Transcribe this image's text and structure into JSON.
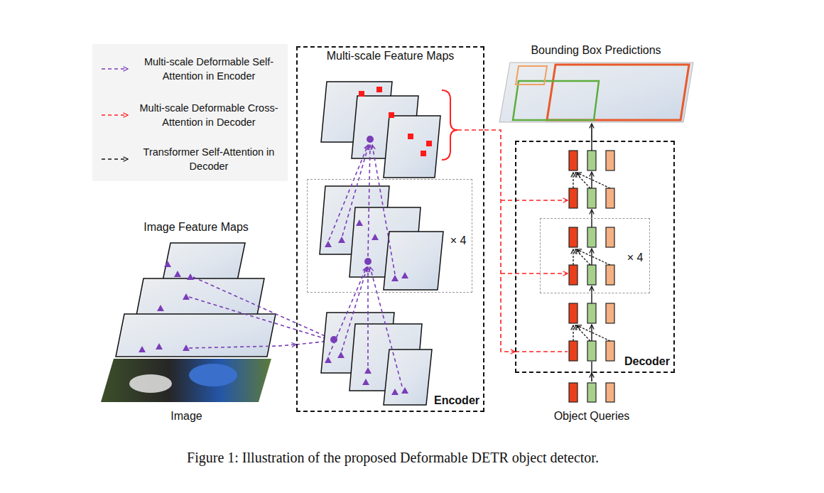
{
  "diagram": {
    "caption": "Figure 1: Illustration of the proposed Deformable DETR object detector.",
    "nodes": [
      {
        "text": [
          "Image Feature Maps"
        ]
      },
      {
        "text": [
          "Image"
        ]
      },
      {
        "text": [
          "Multi-scale Feature Maps",
          "Encoder"
        ]
      },
      {
        "text": [
          "× 4"
        ],
        "in": 2
      },
      {
        "text": [
          "Bounding Box Predictions"
        ]
      },
      {
        "text": [
          "Decoder"
        ]
      },
      {
        "text": [
          "× 4"
        ],
        "in": 5
      },
      {
        "text": [
          "Object Queries"
        ]
      }
    ],
    "edges": [
      {
        "from": 0,
        "to": 2,
        "arrow": "to"
      },
      {
        "from": 2,
        "to": 5,
        "arrow": "to"
      },
      {
        "from": 7,
        "to": 5,
        "arrow": "to"
      },
      {
        "from": 5,
        "to": 4,
        "arrow": "to"
      }
    ],
    "legend": [
      {
        "text": "Multi-scale Deformable Self-Attention in Encoder"
      },
      {
        "text": "Multi-scale Deformable Cross-Attention in Decoder"
      },
      {
        "text": "Transformer Self-Attention in Decoder"
      }
    ]
  }
}
